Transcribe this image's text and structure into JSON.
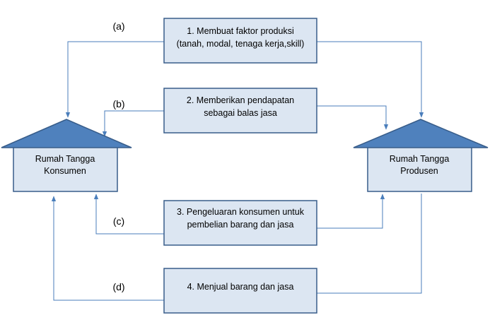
{
  "colors": {
    "box_fill": "#dce6f2",
    "box_stroke": "#385d8a",
    "roof_fill": "#4f81bd",
    "line": "#4a7ebb"
  },
  "houses": {
    "konsumen": {
      "line1": "Rumah Tangga",
      "line2": "Konsumen"
    },
    "produsen": {
      "line1": "Rumah Tangga",
      "line2": "Produsen"
    }
  },
  "flows": [
    {
      "label": "(a)",
      "line1": "1. Membuat faktor produksi",
      "line2": "(tanah, modal, tenaga kerja,skill)"
    },
    {
      "label": "(b)",
      "line1": "2. Memberikan pendapatan",
      "line2": "sebagai balas jasa"
    },
    {
      "label": "(c)",
      "line1": "3. Pengeluaran konsumen untuk",
      "line2": "pembelian barang dan jasa"
    },
    {
      "label": "(d)",
      "line1": "4. Menjual barang dan jasa",
      "line2": ""
    }
  ]
}
